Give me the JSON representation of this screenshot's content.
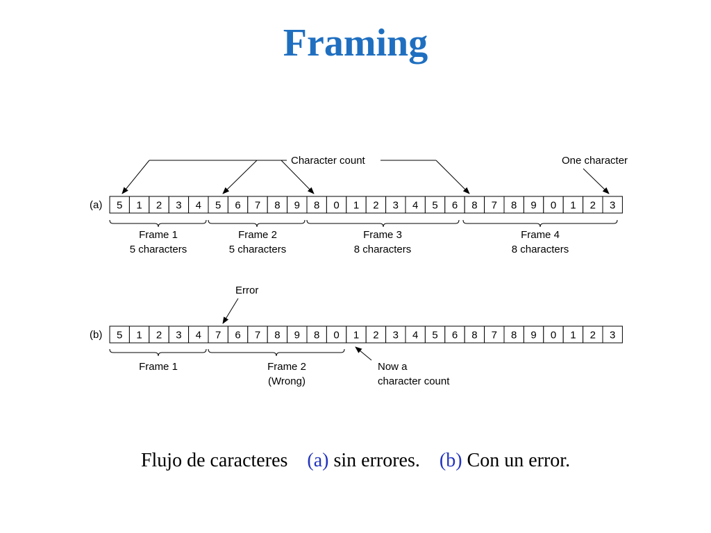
{
  "title": "Framing",
  "row_a": {
    "label": "(a)",
    "values": [
      "5",
      "1",
      "2",
      "3",
      "4",
      "5",
      "6",
      "7",
      "8",
      "9",
      "8",
      "0",
      "1",
      "2",
      "3",
      "4",
      "5",
      "6",
      "8",
      "7",
      "8",
      "9",
      "0",
      "1",
      "2",
      "3"
    ],
    "frames": [
      {
        "name": "Frame 1",
        "size": "5 characters"
      },
      {
        "name": "Frame 2",
        "size": "5 characters"
      },
      {
        "name": "Frame 3",
        "size": "8 characters"
      },
      {
        "name": "Frame 4",
        "size": "8 characters"
      }
    ],
    "callouts": {
      "character_count": "Character count",
      "one_character": "One character"
    }
  },
  "row_b": {
    "label": "(b)",
    "values": [
      "5",
      "1",
      "2",
      "3",
      "4",
      "7",
      "6",
      "7",
      "8",
      "9",
      "8",
      "0",
      "1",
      "2",
      "3",
      "4",
      "5",
      "6",
      "8",
      "7",
      "8",
      "9",
      "0",
      "1",
      "2",
      "3"
    ],
    "frames": [
      {
        "name": "Frame 1",
        "size": ""
      },
      {
        "name": "Frame 2",
        "size": "(Wrong)"
      }
    ],
    "callouts": {
      "error": "Error",
      "now_a_line1": "Now a",
      "now_a_line2": "character count"
    }
  },
  "caption": {
    "prefix": "Flujo de caracteres",
    "tag_a": "(a)",
    "text_a": "sin errores.",
    "tag_b": "(b)",
    "text_b": "Con un error."
  }
}
